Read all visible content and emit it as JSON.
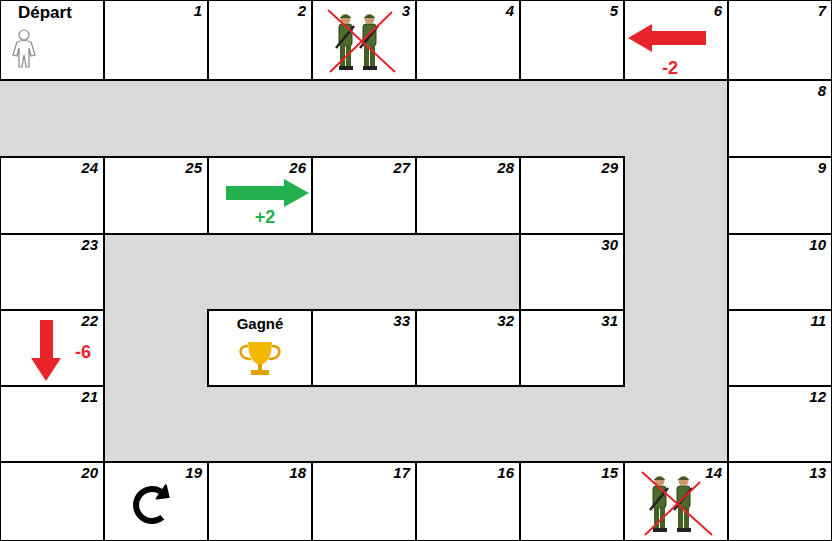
{
  "diagram": {
    "nodes": [
      {
        "text": [
          "Départ"
        ]
      },
      {
        "text": [
          "1"
        ]
      },
      {
        "text": [
          "2"
        ]
      },
      {
        "text": [
          "3"
        ]
      },
      {
        "text": [
          "4"
        ]
      },
      {
        "text": [
          "5"
        ]
      },
      {
        "text": [
          "6",
          "-2"
        ]
      },
      {
        "text": [
          "7"
        ]
      },
      {
        "text": [
          "8"
        ]
      },
      {
        "text": [
          "9"
        ]
      },
      {
        "text": [
          "10"
        ]
      },
      {
        "text": [
          "11"
        ]
      },
      {
        "text": [
          "12"
        ]
      },
      {
        "text": [
          "13"
        ]
      },
      {
        "text": [
          "14"
        ]
      },
      {
        "text": [
          "15"
        ]
      },
      {
        "text": [
          "16"
        ]
      },
      {
        "text": [
          "17"
        ]
      },
      {
        "text": [
          "18"
        ]
      },
      {
        "text": [
          "19"
        ]
      },
      {
        "text": [
          "20"
        ]
      },
      {
        "text": [
          "21"
        ]
      },
      {
        "text": [
          "22",
          "-6"
        ]
      },
      {
        "text": [
          "23"
        ]
      },
      {
        "text": [
          "24"
        ]
      },
      {
        "text": [
          "25"
        ]
      },
      {
        "text": [
          "26",
          "+2"
        ]
      },
      {
        "text": [
          "27"
        ]
      },
      {
        "text": [
          "28"
        ]
      },
      {
        "text": [
          "29"
        ]
      },
      {
        "text": [
          "30"
        ]
      },
      {
        "text": [
          "31"
        ]
      },
      {
        "text": [
          "32"
        ]
      },
      {
        "text": [
          "33"
        ]
      },
      {
        "text": [
          "Gagné"
        ]
      }
    ]
  }
}
